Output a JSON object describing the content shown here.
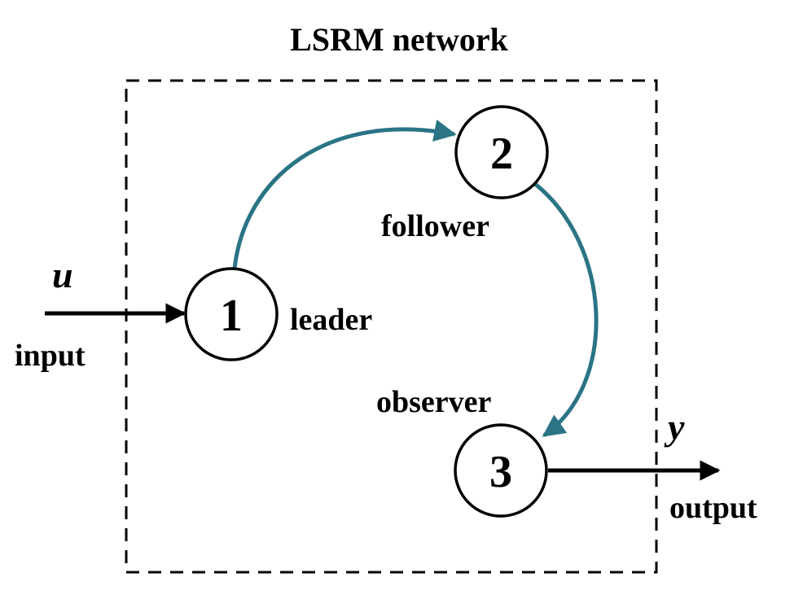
{
  "title": "LSRM network",
  "colors": {
    "edge": "#2a7485",
    "stroke": "#000000",
    "background": "#ffffff"
  },
  "nodes": [
    {
      "id": "1",
      "label": "1",
      "role": "leader"
    },
    {
      "id": "2",
      "label": "2",
      "role": "follower"
    },
    {
      "id": "3",
      "label": "3",
      "role": "observer"
    }
  ],
  "edges": [
    {
      "from": "1",
      "to": "2"
    },
    {
      "from": "2",
      "to": "3"
    }
  ],
  "input": {
    "symbol": "u",
    "label": "input",
    "target": "1"
  },
  "output": {
    "symbol": "y",
    "label": "output",
    "source": "3"
  }
}
